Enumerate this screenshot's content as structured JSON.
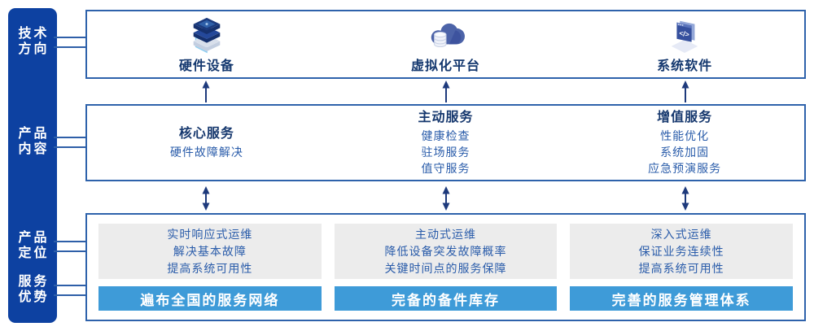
{
  "sidebar": {
    "items": [
      {
        "line1": "技术",
        "line2": "方向"
      },
      {
        "line1": "产品",
        "line2": "内容"
      },
      {
        "line1": "产品",
        "line2": "定位"
      },
      {
        "line1": "服务",
        "line2": "优势"
      }
    ]
  },
  "tech_directions": {
    "items": [
      {
        "icon": "hardware-server-stack-icon",
        "label": "硬件设备"
      },
      {
        "icon": "virtualization-cloud-database-icon",
        "label": "虚拟化平台"
      },
      {
        "icon": "system-software-window-icon",
        "label": "系统软件"
      }
    ]
  },
  "product_content": {
    "columns": [
      {
        "heading": "核心服务",
        "lines": [
          "硬件故障解决"
        ]
      },
      {
        "heading": "主动服务",
        "lines": [
          "健康检查",
          "驻场服务",
          "值守服务"
        ]
      },
      {
        "heading": "增值服务",
        "lines": [
          "性能优化",
          "系统加固",
          "应急预演服务"
        ]
      }
    ]
  },
  "product_positioning": {
    "columns": [
      {
        "lines": [
          "实时响应式运维",
          "解决基本故障",
          "提高系统可用性"
        ],
        "advantage": "遍布全国的服务网络"
      },
      {
        "lines": [
          "主动式运维",
          "降低设备突发故障概率",
          "关键时间点的服务保障"
        ],
        "advantage": "完备的备件库存"
      },
      {
        "lines": [
          "深入式运维",
          "保证业务连续性",
          "提高系统可用性"
        ],
        "advantage": "完善的服务管理体系"
      }
    ]
  },
  "colors": {
    "sidebar_blue": "#0d41a1",
    "box_border_blue": "#2e62ab",
    "connector_blue": "#2e5fa8",
    "heading_navy": "#16386e",
    "body_blue": "#2a5caa",
    "advantage_bar_blue": "#3e9bd8",
    "panel_gray": "#ececec",
    "arrow_navy": "#1e3a7c"
  }
}
